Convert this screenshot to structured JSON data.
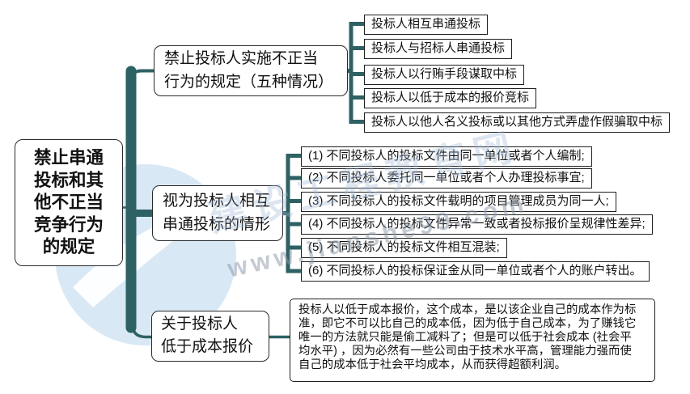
{
  "colors": {
    "teal": "#2E6164",
    "box_border": "#2b2b2b",
    "leaf_border": "#1f1f1f",
    "text": "#111111",
    "watermark_blue": "#9fb9d6",
    "watermark_gray": "#8a97a6",
    "watermark_circle": "#cfe2f2"
  },
  "root": {
    "label": "禁止串通\n投标和其\n他不正当\n竞争行为\n的规定"
  },
  "branches": [
    {
      "label": "禁止投标人实施不正当\n行为的规定（五种情况）",
      "items": [
        "投标人相互串通投标",
        "投标人与招标人串通投标",
        "投标人以行贿手段谋取中标",
        "投标人以低于成本的报价竞标",
        "投标人以他人名义投标或以其他方式弄虚作假骗取中标"
      ]
    },
    {
      "label": "视为投标人相互\n串通投标的情形",
      "items": [
        "(1) 不同投标人的投标文件由同一单位或者个人编制;",
        "(2) 不同投标人委托同一单位或者个人办理投标事宜;",
        "(3) 不同投标人的投标文件载明的项目管理成员为同一人;",
        "(4) 不同投标人的投标文件异常一致或者投标报价呈规律性差异;",
        "(5) 不同投标人的投标文件相互混装;",
        "(6) 不同投标人的投标保证金从同一单位或者个人的账户转出。"
      ]
    },
    {
      "label": "关于投标人\n低于成本报价",
      "note": "投标人以低于成本报价，这个成本，是以该企业自己的成本作为标\n准，即它不可以比自己的成本低，因为低于自己成本，为了赚钱它\n唯一的方法就只能是偷工减料了；但是可以低于社会成本 (社会平\n均水平) ，因为必然有一些公司由于技术水平高，管理能力强而使\n自己的成本低于社会平均成本，从而获得超额利润。"
    }
  ],
  "watermark": {
    "brand_text": "建设工程教育网",
    "site_text": "www.jianshe99.com"
  }
}
